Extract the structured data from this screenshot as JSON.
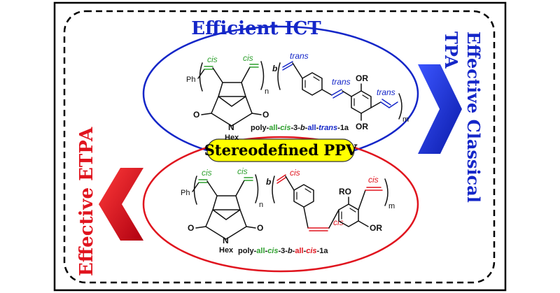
{
  "labels": {
    "efficient_ict": "Efficient ICT",
    "effective_classical_line1": "Effective Classical",
    "effective_classical_line2": "TPA",
    "effective_etpa": "Effective ETPA",
    "stereodefined_ppv": "Stereodefined PPV"
  },
  "top_structure": {
    "ph": "Ph",
    "cis_1": "cis",
    "cis_2": "cis",
    "n": "n",
    "b": "b",
    "trans_1": "trans",
    "trans_2": "trans",
    "trans_3": "trans",
    "or_1": "OR",
    "or_2": "OR",
    "m": "m",
    "o_1": "O",
    "o_2": "O",
    "n_atom": "N",
    "hex": "Hex",
    "name_parts": [
      "poly-",
      "all",
      "-",
      "cis",
      "-3-",
      "b",
      "-",
      "all",
      "-",
      "trans",
      "-1a"
    ]
  },
  "bottom_structure": {
    "ph": "Ph",
    "cis_1": "cis",
    "cis_2": "cis",
    "n": "n",
    "b": "b",
    "cis_3": "cis",
    "cis_4": "cis",
    "cis_5": "cis",
    "ro": "RO",
    "or": "OR",
    "m": "m",
    "o_1": "O",
    "o_2": "O",
    "n_atom": "N",
    "hex": "Hex",
    "name_parts": [
      "poly-",
      "all",
      "-",
      "cis",
      "-3-",
      "b",
      "-",
      "all",
      "-",
      "cis",
      "-1a"
    ]
  },
  "colors": {
    "blue": "#1426c8",
    "red": "#e0141e",
    "green": "#2ea02e",
    "yellow": "#ffff00",
    "black": "#111111"
  }
}
